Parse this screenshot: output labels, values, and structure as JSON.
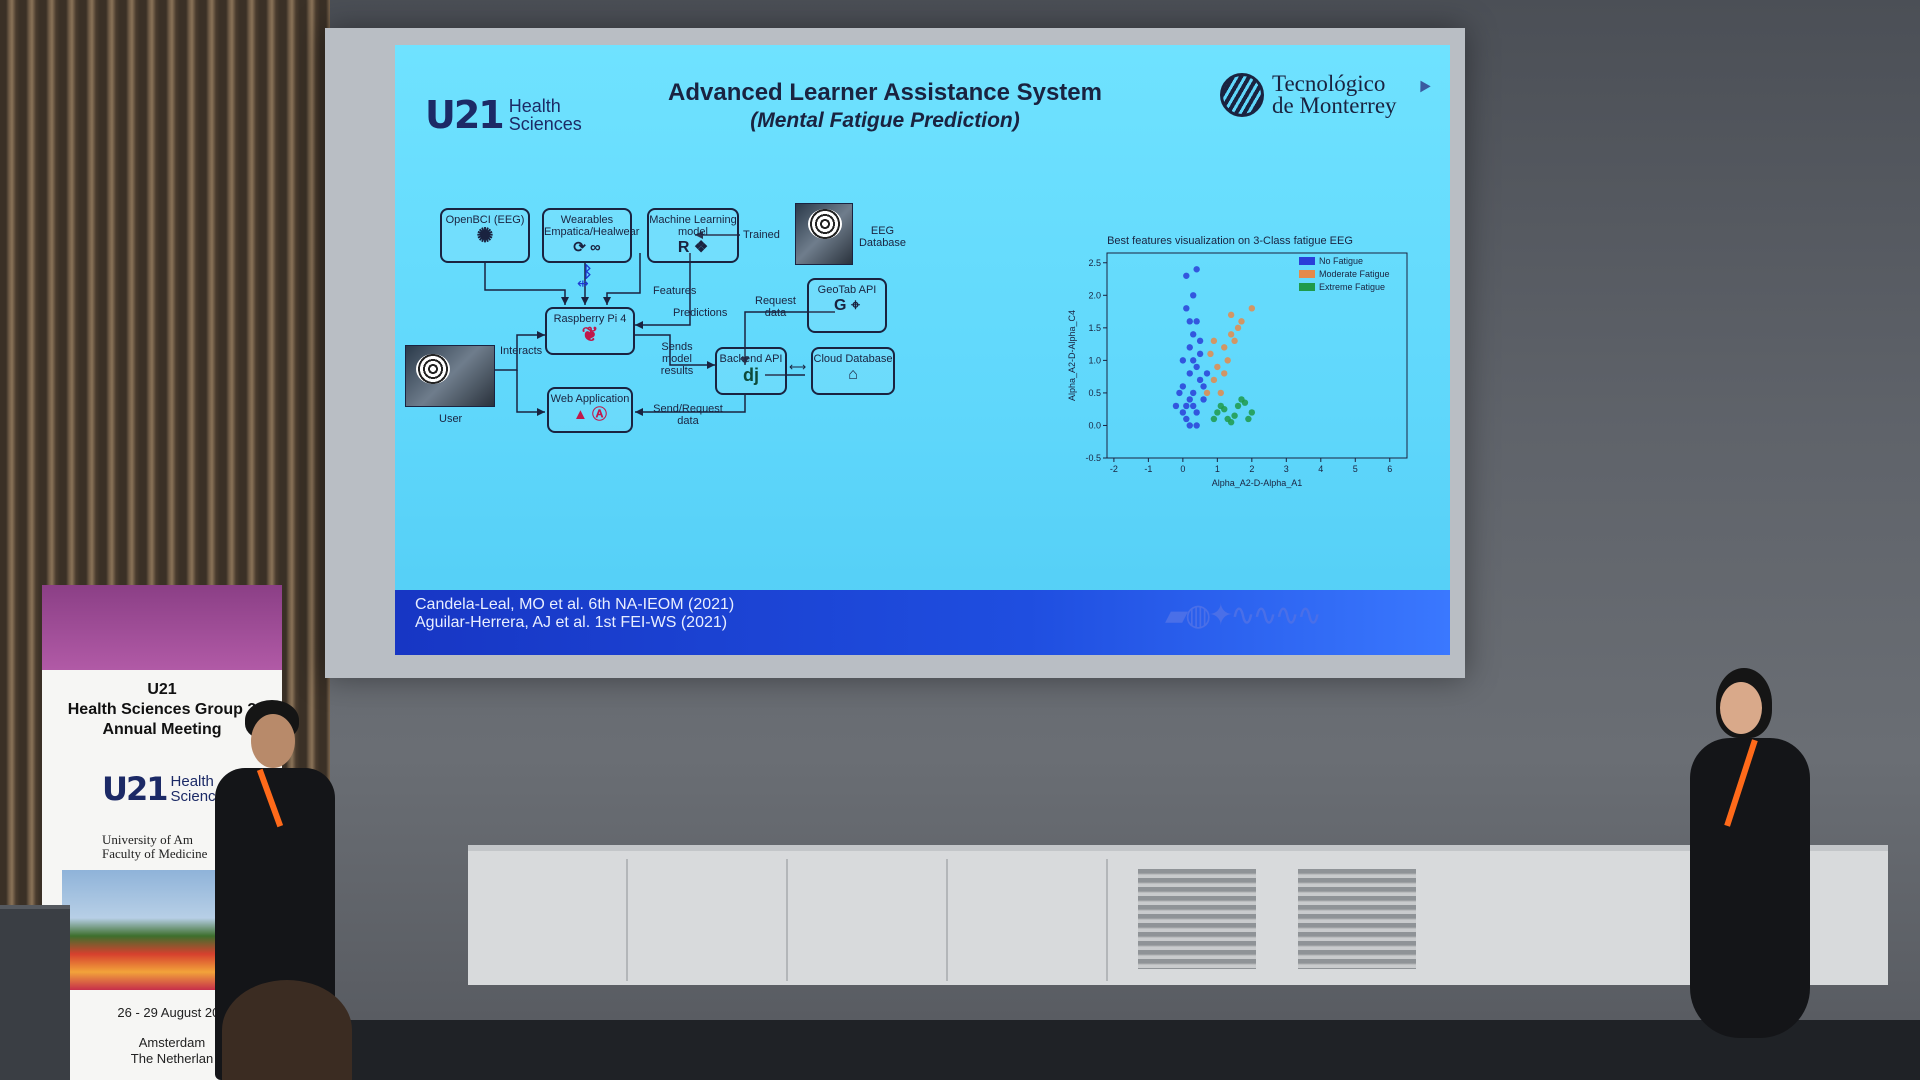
{
  "slide": {
    "logo_left_mark": "U21",
    "logo_left_line1": "Health",
    "logo_left_line2": "Sciences",
    "title": "Advanced Learner Assistance System",
    "subtitle": "(Mental Fatigue Prediction)",
    "logo_right_line1": "Tecnológico",
    "logo_right_line2": "de Monterrey",
    "diagram": {
      "openbci": "OpenBCI (EEG)",
      "wearables_line1": "Wearables",
      "wearables_line2": "Empatica/Healwear",
      "ml_line1": "Machine Learning",
      "ml_line2": "model",
      "eeg_db_line1": "EEG",
      "eeg_db_line2": "Database",
      "trained": "Trained",
      "features": "Features",
      "predictions": "Predictions",
      "raspberry": "Raspberry Pi 4",
      "interacts": "Interacts",
      "user": "User",
      "sends_line1": "Sends model",
      "sends_line2": "results",
      "request_line1": "Request",
      "request_line2": "data",
      "geotab": "GeoTab API",
      "backend": "Backend API",
      "cloud": "Cloud Database",
      "webapp": "Web Application",
      "sendreq_line1": "Send/Request",
      "sendreq_line2": "data"
    },
    "references": {
      "ref1": "Candela-Leal, MO et al. 6th NA-IEOM (2021)",
      "ref2": "Aguilar-Herrera, AJ et al. 1st FEI-WS (2021)"
    }
  },
  "chart_data": {
    "type": "scatter",
    "title": "Best features visualization on 3-Class fatigue EEG",
    "xlabel": "Alpha_A2-D-Alpha_A1",
    "ylabel": "Alpha_A2-D-Alpha_C4",
    "xlim": [
      -2.2,
      6.5
    ],
    "ylim": [
      -0.5,
      2.65
    ],
    "xticks": [
      "-2",
      "-1",
      "0",
      "1",
      "2",
      "3",
      "4",
      "5",
      "6"
    ],
    "yticks": [
      "-0.5",
      "0.0",
      "0.5",
      "1.0",
      "1.5",
      "2.0",
      "2.5"
    ],
    "legend_position": "top-right",
    "series": [
      {
        "name": "No Fatigue",
        "color": "#2a3fd8",
        "points": [
          [
            0.2,
            0.4
          ],
          [
            0.1,
            0.3
          ],
          [
            0.3,
            0.5
          ],
          [
            0.4,
            0.2
          ],
          [
            0.0,
            0.6
          ],
          [
            0.2,
            0.8
          ],
          [
            0.5,
            0.7
          ],
          [
            0.3,
            1.0
          ],
          [
            0.1,
            0.1
          ],
          [
            0.4,
            0.9
          ],
          [
            0.2,
            1.2
          ],
          [
            0.6,
            0.4
          ],
          [
            0.0,
            0.2
          ],
          [
            0.3,
            1.4
          ],
          [
            0.4,
            1.6
          ],
          [
            0.1,
            1.8
          ],
          [
            0.3,
            2.0
          ],
          [
            0.5,
            1.1
          ],
          [
            -0.1,
            0.5
          ],
          [
            0.2,
            0.0
          ],
          [
            0.6,
            0.6
          ],
          [
            0.3,
            0.3
          ],
          [
            0.5,
            1.3
          ],
          [
            0.2,
            1.6
          ],
          [
            0.4,
            0.0
          ],
          [
            0.0,
            1.0
          ],
          [
            -0.2,
            0.3
          ],
          [
            0.7,
            0.8
          ],
          [
            0.1,
            2.3
          ],
          [
            0.4,
            2.4
          ]
        ]
      },
      {
        "name": "Moderate Fatigue",
        "color": "#e58a4a",
        "points": [
          [
            1.0,
            0.9
          ],
          [
            1.2,
            1.2
          ],
          [
            1.4,
            1.4
          ],
          [
            0.9,
            0.7
          ],
          [
            1.6,
            1.5
          ],
          [
            1.3,
            1.0
          ],
          [
            0.8,
            1.1
          ],
          [
            1.5,
            1.3
          ],
          [
            1.1,
            0.5
          ],
          [
            1.7,
            1.6
          ],
          [
            0.7,
            0.5
          ],
          [
            1.2,
            0.8
          ],
          [
            2.0,
            1.8
          ],
          [
            1.4,
            1.7
          ],
          [
            0.9,
            1.3
          ]
        ]
      },
      {
        "name": "Extreme Fatigue",
        "color": "#1f9a4a",
        "points": [
          [
            1.0,
            0.2
          ],
          [
            1.3,
            0.1
          ],
          [
            1.6,
            0.3
          ],
          [
            1.2,
            0.25
          ],
          [
            1.8,
            0.35
          ],
          [
            1.5,
            0.15
          ],
          [
            0.9,
            0.1
          ],
          [
            2.0,
            0.2
          ],
          [
            1.4,
            0.05
          ],
          [
            1.7,
            0.4
          ],
          [
            1.1,
            0.3
          ],
          [
            1.9,
            0.1
          ]
        ]
      }
    ]
  },
  "banner": {
    "meeting_line1": "U21",
    "meeting_line2": "Health Sciences Group 2",
    "meeting_line3": "Annual Meeting",
    "logo_mark": "U21",
    "logo_line1": "Health",
    "logo_line2": "Science",
    "uni_line1": "University of Am",
    "uni_line2": "Faculty of Medicine",
    "date": "26 - 29 August 202",
    "city_line1": "Amsterdam",
    "city_line2": "The Netherlan"
  }
}
